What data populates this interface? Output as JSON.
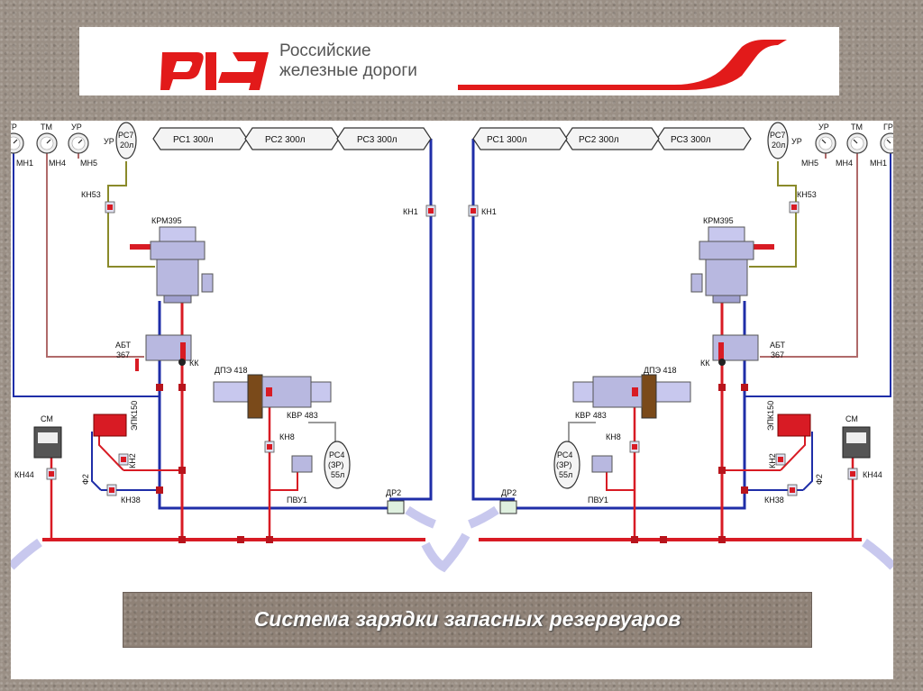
{
  "header": {
    "company_line1": "Российские",
    "company_line2": "железные дороги"
  },
  "caption": "Система зарядки запасных резервуаров",
  "colors": {
    "brake_pipe": "#d81b24",
    "main_reservoir": "#1f2ea8",
    "equalizing": "#8a8a2a",
    "gauge_line": "#b06a6a",
    "brand_red": "#e21a1a",
    "device_body": "#b8b8e0"
  },
  "left": {
    "gauges": [
      "ГР",
      "ТМ",
      "УР"
    ],
    "gauge_ids": [
      "МН1",
      "МН4",
      "МН5"
    ],
    "rc7": [
      "РС7",
      "20л"
    ],
    "rc7_tag": "УР",
    "reservoirs": [
      "РС1 300л",
      "РС2 300л",
      "РС3 300л"
    ],
    "kn53": "КН53",
    "krm": "КРМ395",
    "abt": [
      "АБТ",
      "367"
    ],
    "kk": "КК",
    "dpe": "ДПЭ 418",
    "kvr": "КВР 483",
    "kn8": "КН8",
    "rc4": [
      "РС4",
      "(ЗР)",
      "55л"
    ],
    "pvu": "ПВУ1",
    "dr2": "ДР2",
    "kn1": "КН1",
    "cm": "СМ",
    "kn44": "КН44",
    "epk": "ЭПК150",
    "kn2": "КН2",
    "f2": "Ф2",
    "kn38": "КН38"
  },
  "right": {
    "gauges": [
      "ГР",
      "ТМ",
      "УР"
    ],
    "gauge_ids": [
      "МН1",
      "МН4",
      "МН5"
    ],
    "rc7": [
      "РС7",
      "20л"
    ],
    "rc7_tag": "УР",
    "reservoirs": [
      "РС1 300л",
      "РС2 300л",
      "РС3 300л"
    ],
    "kn53": "КН53",
    "krm": "КРМ395",
    "abt": [
      "АБТ",
      "367"
    ],
    "kk": "КК",
    "dpe": "ДПЭ 418",
    "kvr": "КВР 483",
    "kn8": "КН8",
    "rc4": [
      "РС4",
      "(ЗР)",
      "55л"
    ],
    "pvu": "ПВУ1",
    "dr2": "ДР2",
    "kn1": "КН1",
    "cm": "СМ",
    "kn44": "КН44",
    "epk": "ЭПК150",
    "kn2": "КН2",
    "f2": "Ф2",
    "kn38": "КН38"
  }
}
